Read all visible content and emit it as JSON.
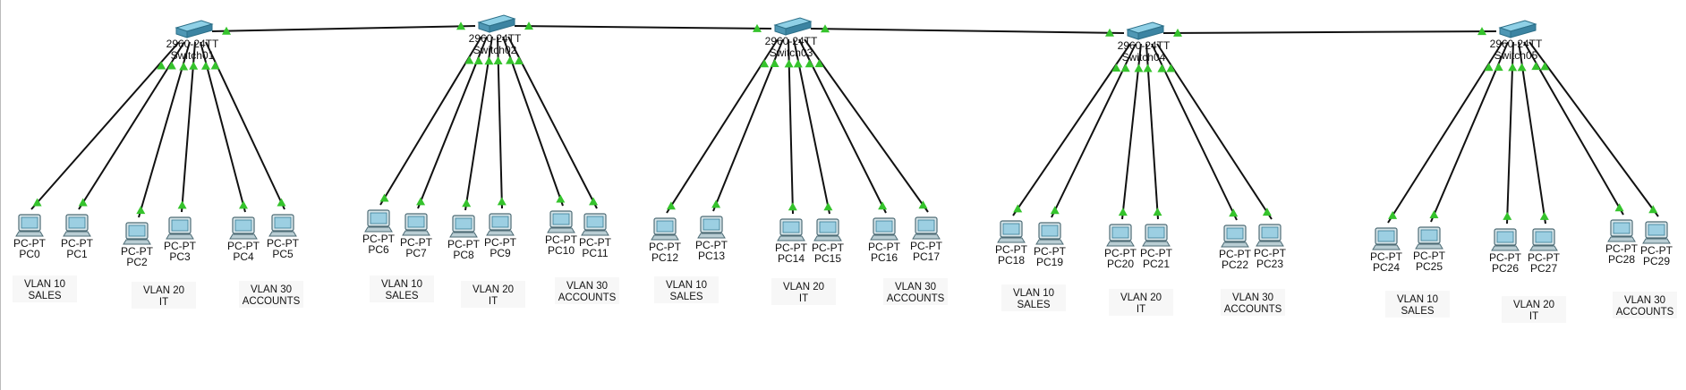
{
  "switches": [
    {
      "model": "2960-24TT",
      "name": "Switch01"
    },
    {
      "model": "2960-24TT",
      "name": "Switch02"
    },
    {
      "model": "2960-24TT",
      "name": "Switch03"
    },
    {
      "model": "2960-24TT",
      "name": "Switch04"
    },
    {
      "model": "2960-24TT",
      "name": "Switch05"
    }
  ],
  "pcs": [
    {
      "type": "PC-PT",
      "name": "PC0"
    },
    {
      "type": "PC-PT",
      "name": "PC1"
    },
    {
      "type": "PC-PT",
      "name": "PC2"
    },
    {
      "type": "PC-PT",
      "name": "PC3"
    },
    {
      "type": "PC-PT",
      "name": "PC4"
    },
    {
      "type": "PC-PT",
      "name": "PC5"
    },
    {
      "type": "PC-PT",
      "name": "PC6"
    },
    {
      "type": "PC-PT",
      "name": "PC7"
    },
    {
      "type": "PC-PT",
      "name": "PC8"
    },
    {
      "type": "PC-PT",
      "name": "PC9"
    },
    {
      "type": "PC-PT",
      "name": "PC10"
    },
    {
      "type": "PC-PT",
      "name": "PC11"
    },
    {
      "type": "PC-PT",
      "name": "PC12"
    },
    {
      "type": "PC-PT",
      "name": "PC13"
    },
    {
      "type": "PC-PT",
      "name": "PC14"
    },
    {
      "type": "PC-PT",
      "name": "PC15"
    },
    {
      "type": "PC-PT",
      "name": "PC16"
    },
    {
      "type": "PC-PT",
      "name": "PC17"
    },
    {
      "type": "PC-PT",
      "name": "PC18"
    },
    {
      "type": "PC-PT",
      "name": "PC19"
    },
    {
      "type": "PC-PT",
      "name": "PC20"
    },
    {
      "type": "PC-PT",
      "name": "PC21"
    },
    {
      "type": "PC-PT",
      "name": "PC22"
    },
    {
      "type": "PC-PT",
      "name": "PC23"
    },
    {
      "type": "PC-PT",
      "name": "PC24"
    },
    {
      "type": "PC-PT",
      "name": "PC25"
    },
    {
      "type": "PC-PT",
      "name": "PC26"
    },
    {
      "type": "PC-PT",
      "name": "PC27"
    },
    {
      "type": "PC-PT",
      "name": "PC28"
    },
    {
      "type": "PC-PT",
      "name": "PC29"
    }
  ],
  "vlans": [
    {
      "line1": "VLAN 10",
      "line2": "SALES"
    },
    {
      "line1": "VLAN 20",
      "line2": "IT"
    },
    {
      "line1": "VLAN 30",
      "line2": "ACCOUNTS"
    },
    {
      "line1": "VLAN 10",
      "line2": "SALES"
    },
    {
      "line1": "VLAN 20",
      "line2": "IT"
    },
    {
      "line1": "VLAN 30",
      "line2": "ACCOUNTS"
    },
    {
      "line1": "VLAN 10",
      "line2": "SALES"
    },
    {
      "line1": "VLAN 20",
      "line2": "IT"
    },
    {
      "line1": "VLAN 30",
      "line2": "ACCOUNTS"
    },
    {
      "line1": "VLAN 10",
      "line2": "SALES"
    },
    {
      "line1": "VLAN 20",
      "line2": "IT"
    },
    {
      "line1": "VLAN 30",
      "line2": "ACCOUNTS"
    },
    {
      "line1": "VLAN 10",
      "line2": "SALES"
    },
    {
      "line1": "VLAN 20",
      "line2": "IT"
    },
    {
      "line1": "VLAN 30",
      "line2": "ACCOUNTS"
    }
  ],
  "colors": {
    "link": "#111111",
    "link_indicator": "#35c32c",
    "switch_body": "#4f97b4",
    "pc_screen": "#9ccfe2"
  }
}
